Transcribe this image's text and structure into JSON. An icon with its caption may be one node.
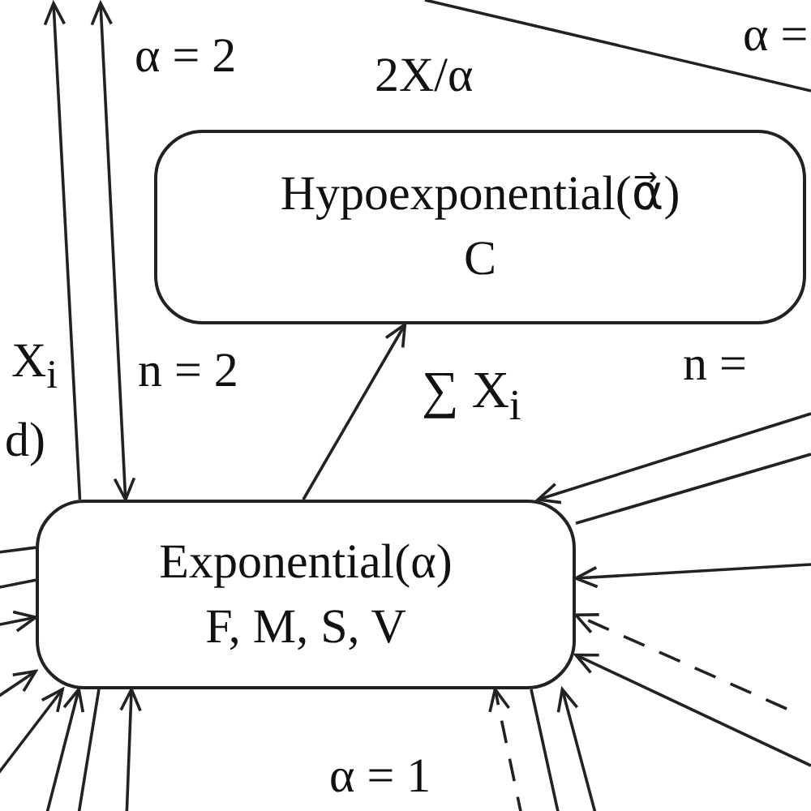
{
  "diagram": {
    "nodes": [
      {
        "text": [
          "Hypoexponential(α⃗)",
          "C"
        ]
      },
      {
        "text": [
          "Exponential(α)",
          "F, M, S, V"
        ]
      }
    ],
    "edges": [
      {
        "from": 1,
        "to": null,
        "arrow": "to"
      },
      {
        "from": null,
        "to": 1,
        "arrow": "both"
      },
      {
        "from": 1,
        "to": 0,
        "arrow": "to",
        "label": "∑ X$_{i}$"
      },
      {
        "from": null,
        "to": 1,
        "arrow": "to"
      },
      {
        "from": 1,
        "to": null,
        "arrow": "none"
      },
      {
        "from": null,
        "to": 1,
        "arrow": "to"
      },
      {
        "from": null,
        "to": 1,
        "arrow": "to",
        "style": "dashed"
      },
      {
        "from": null,
        "to": 1,
        "arrow": "to"
      },
      {
        "from": null,
        "to": 1,
        "arrow": "to",
        "style": "dashed"
      },
      {
        "from": 1,
        "to": null,
        "arrow": "none"
      },
      {
        "from": null,
        "to": 1,
        "arrow": "to"
      },
      {
        "from": 1,
        "to": null,
        "arrow": "none"
      },
      {
        "from": 1,
        "to": null,
        "arrow": "none"
      },
      {
        "from": null,
        "to": 1,
        "arrow": "to"
      },
      {
        "from": null,
        "to": 1,
        "arrow": "to"
      },
      {
        "from": null,
        "to": 1,
        "arrow": "to"
      },
      {
        "from": null,
        "to": 1,
        "arrow": "to"
      },
      {
        "from": 1,
        "to": null,
        "arrow": "none"
      },
      {
        "from": null,
        "to": 1,
        "arrow": "to"
      }
    ],
    "labels": [
      "α = 2",
      "2X/α",
      "α =",
      "X$_{i}$",
      "n = 2",
      "n =",
      "d)",
      "α = 1"
    ]
  }
}
